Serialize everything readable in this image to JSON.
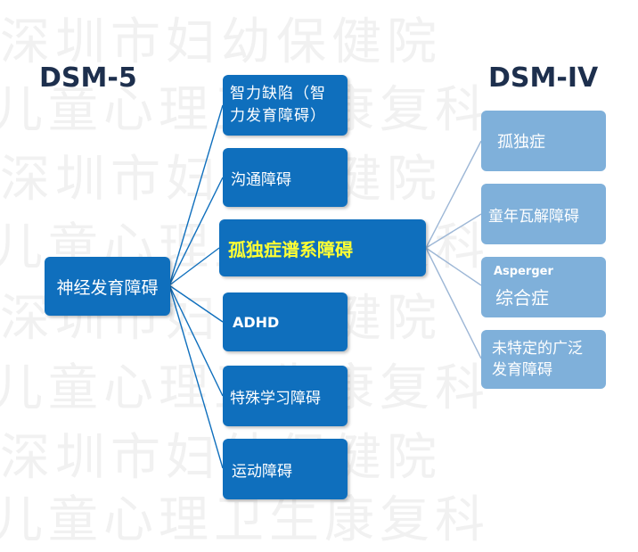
{
  "watermark": {
    "line_a": "深圳市妇幼保健院",
    "line_b": "儿童心理卫生康复科"
  },
  "header": {
    "left": "DSM-5",
    "right": "DSM-IV"
  },
  "root": {
    "label": "神经发育障碍"
  },
  "dsm5_categories": [
    {
      "label": "智力缺陷（智力发育障碍）"
    },
    {
      "label": "沟通障碍"
    },
    {
      "label": "孤独症谱系障碍"
    },
    {
      "label": "ADHD"
    },
    {
      "label": "特殊学习障碍"
    },
    {
      "label": "运动障碍"
    }
  ],
  "dsm4_categories": [
    {
      "label": "孤独症"
    },
    {
      "label": "童年瓦解障碍"
    },
    {
      "label_line1": "Asperger",
      "label_line2": "综合症"
    },
    {
      "label": "未特定的广泛发育障碍"
    }
  ],
  "colors": {
    "dark_box": "#0f6fbd",
    "light_box": "#7fb0da",
    "highlight_text": "#ffff33",
    "header_text": "#1d2f4d",
    "dark_line": "#0f6fbd",
    "light_line": "#9db7d6"
  }
}
